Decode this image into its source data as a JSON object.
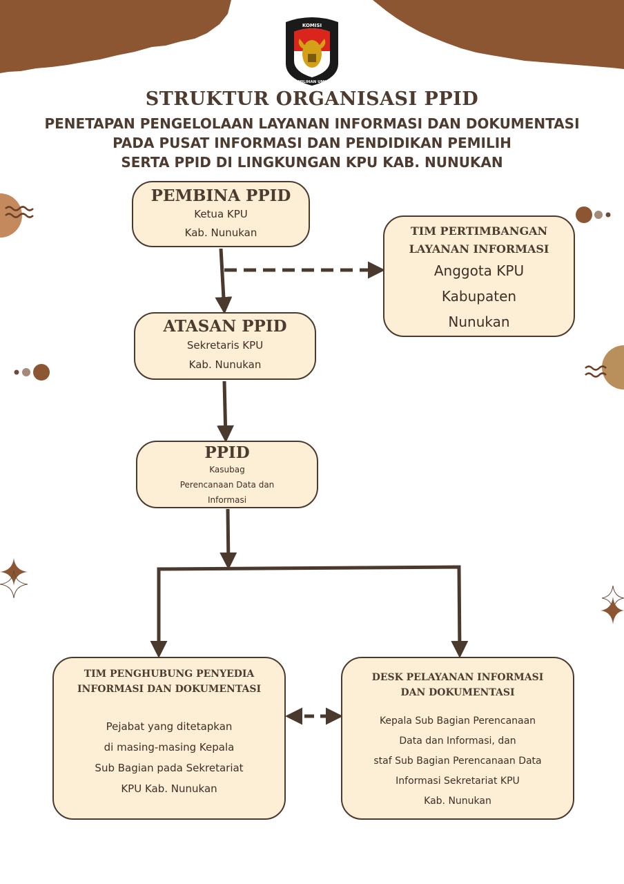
{
  "logo": {
    "text_top": "KOMISI",
    "text_bottom": "PEMILIHAN UMUM"
  },
  "header": {
    "title": "STRUKTUR ORGANISASI PPID",
    "subtitle_lines": [
      "PENETAPAN PENGELOLAAN LAYANAN INFORMASI DAN DOKUMENTASI",
      "PADA PUSAT INFORMASI DAN PENDIDIKAN PEMILIH",
      "SERTA PPID DI LINGKUNGAN KPU KAB. NUNUKAN"
    ]
  },
  "nodes": {
    "pembina": {
      "title": "PEMBINA PPID",
      "lines": [
        "Ketua KPU",
        "Kab. Nunukan"
      ]
    },
    "tim_pertimbangan": {
      "title_lines": [
        "TIM PERTIMBANGAN",
        "LAYANAN INFORMASI"
      ],
      "lines": [
        "Anggota KPU",
        "Kabupaten",
        "Nunukan"
      ]
    },
    "atasan": {
      "title": "ATASAN PPID",
      "lines": [
        "Sekretaris KPU",
        "Kab. Nunukan"
      ]
    },
    "ppid": {
      "title": "PPID",
      "lines": [
        "Kasubag",
        "Perencanaan Data dan",
        "Informasi"
      ]
    },
    "tim_penghubung": {
      "title_lines": [
        "TIM PENGHUBUNG PENYEDIA",
        "INFORMASI DAN DOKUMENTASI"
      ],
      "lines": [
        "Pejabat yang ditetapkan",
        "di masing-masing Kepala",
        "Sub Bagian pada Sekretariat",
        "KPU Kab. Nunukan"
      ]
    },
    "desk": {
      "title_lines": [
        "DESK PELAYANAN INFORMASI",
        "DAN DOKUMENTASI"
      ],
      "lines": [
        "Kepala Sub Bagian Perencanaan",
        "Data dan Informasi, dan",
        "staf Sub Bagian Perencanaan Data",
        "Informasi Sekretariat KPU",
        "Kab. Nunukan"
      ]
    }
  },
  "colors": {
    "brown_dark": "#4a3a2e",
    "brown_torn": "#8c5632",
    "box_fill": "#fcefd6",
    "tan": "#b98f5c",
    "accent_red": "#d9251c"
  }
}
